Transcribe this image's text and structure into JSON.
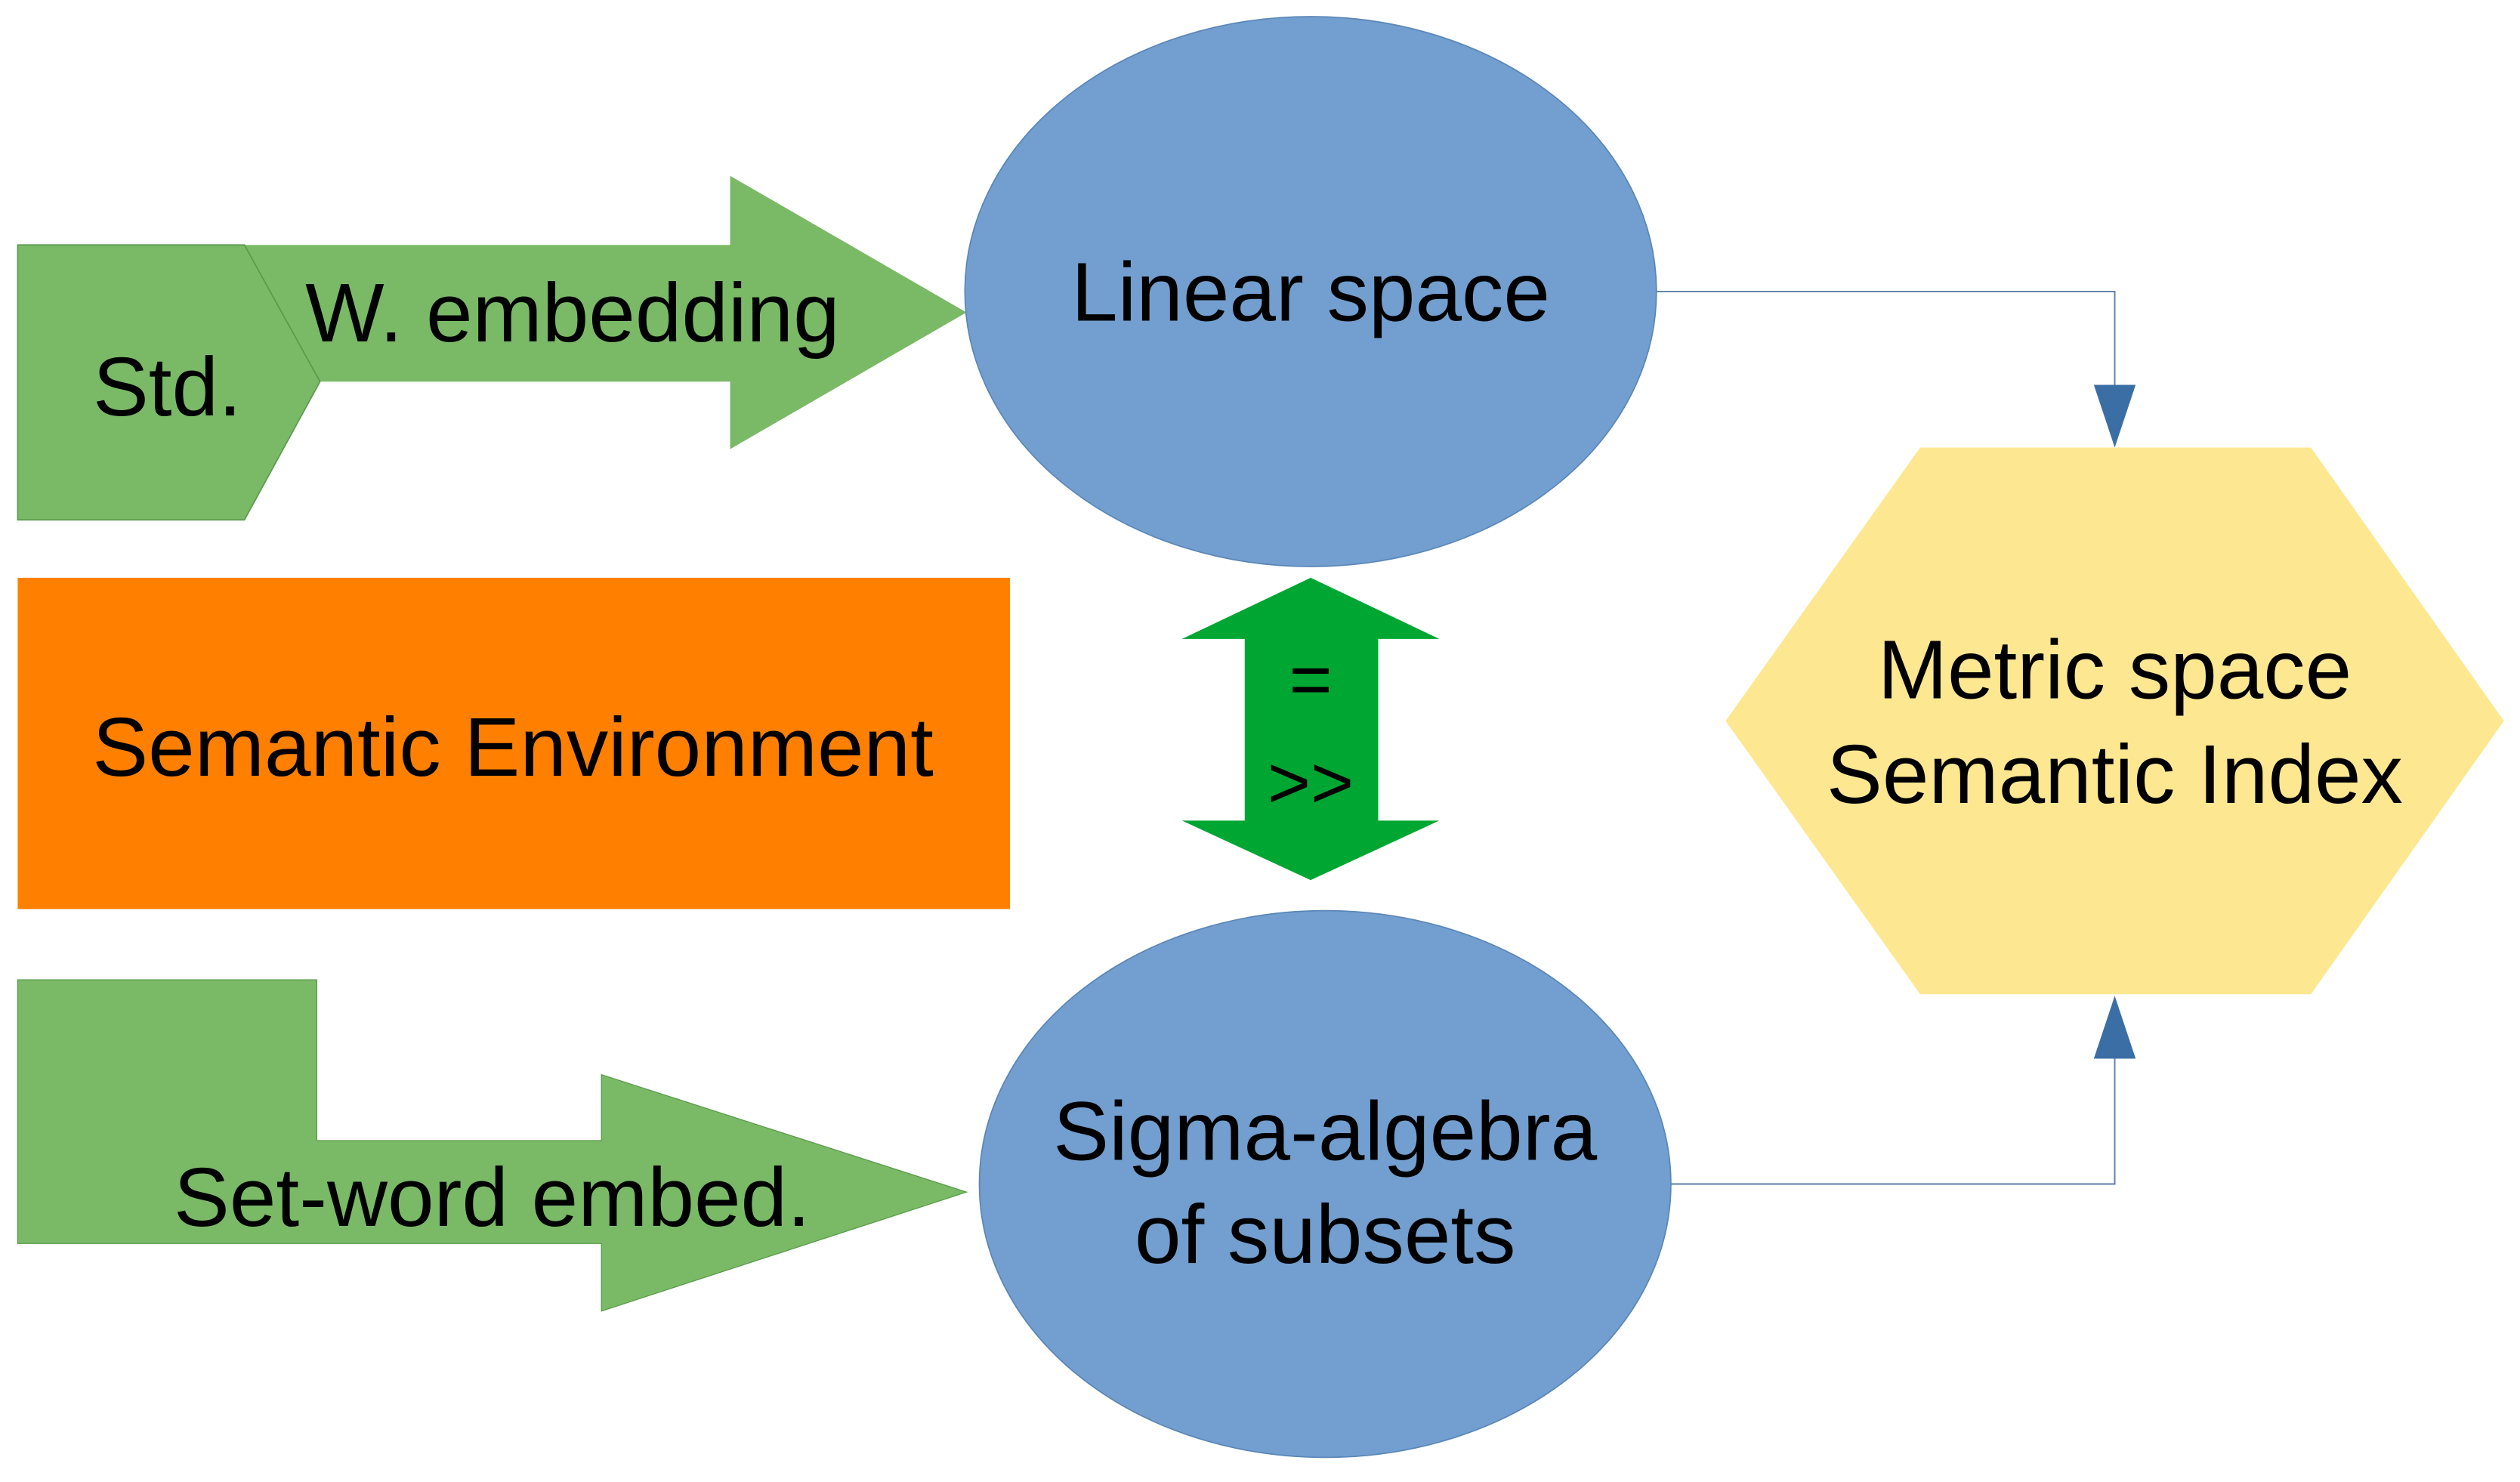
{
  "diagram": {
    "std_label": "Std.",
    "w_embedding_label": "W. embedding",
    "semantic_environment_label": "Semantic Environment",
    "set_word_label": "Set-word embed.",
    "linear_space_label": "Linear space",
    "sigma_line1": "Sigma-algebra",
    "sigma_line2": "of subsets",
    "equal_symbol": "=",
    "greater_symbol": ">>",
    "metric_line1": "Metric space",
    "metric_line2": "Semantic Index"
  },
  "colors": {
    "green_light": "#7aba67",
    "green_dark": "#00a632",
    "orange": "#ff8000",
    "blue_ellipse": "#729fcf",
    "connector_blue": "#3a6ea5",
    "yellow_hexagon": "#fde891"
  }
}
